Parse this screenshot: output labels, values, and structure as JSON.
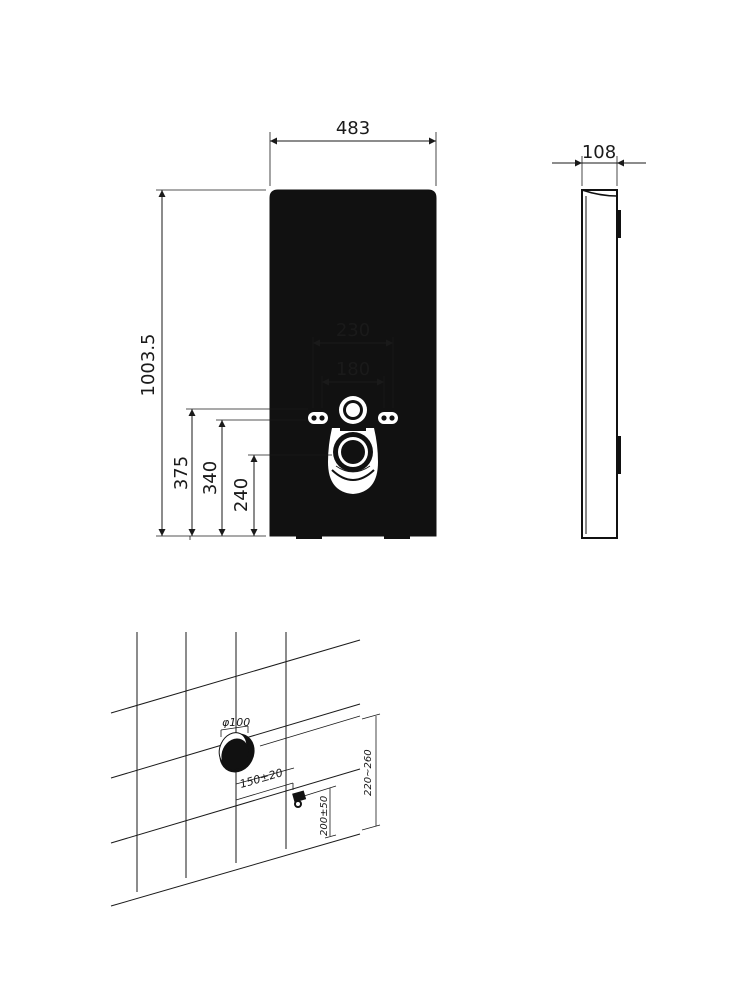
{
  "front_view": {
    "width_label": "483",
    "height_label": "1003.5",
    "bolt_spacing_outer": "230",
    "bolt_spacing_inner": "180",
    "height_375": "375",
    "height_340": "340",
    "height_240": "240"
  },
  "side_view": {
    "depth_label": "108"
  },
  "wall_view": {
    "drain_diameter": "φ100",
    "offset_horizontal": "150±20",
    "offset_vertical_small": "200±50",
    "offset_vertical_large": "220~260"
  }
}
